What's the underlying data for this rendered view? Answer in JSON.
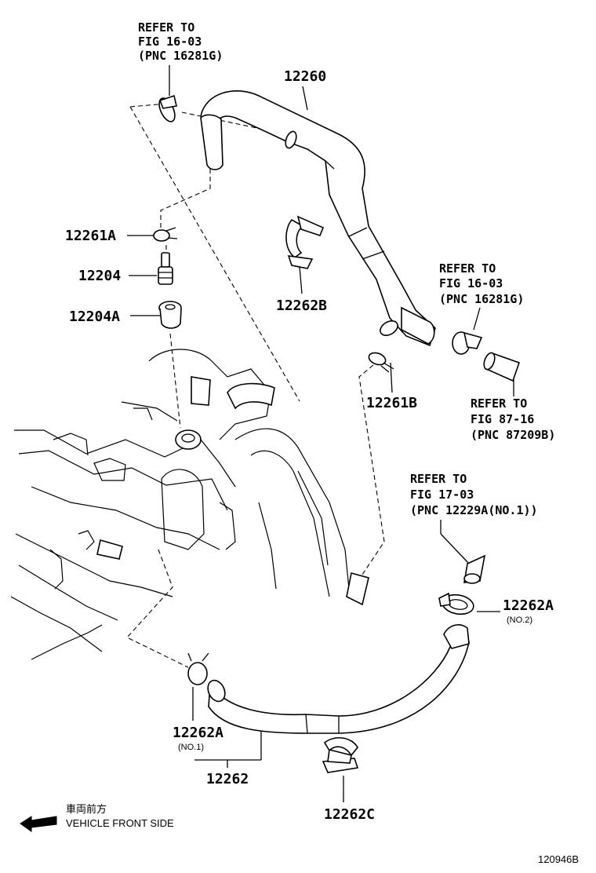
{
  "diagram_id": "120946B",
  "parts": {
    "p12260": "12260",
    "p12261A": "12261A",
    "p12204": "12204",
    "p12204A": "12204A",
    "p12262B": "12262B",
    "p12261B": "12261B",
    "p12262A_upper": "12262A",
    "p12262A_upper_note": "(NO.2)",
    "p12262A_lower": "12262A",
    "p12262A_lower_note": "(NO.1)",
    "p12262": "12262",
    "p12262C": "12262C"
  },
  "refs": {
    "top_left": {
      "line1": "REFER TO",
      "line2": "FIG 16-03",
      "line3": "(PNC 16281G)"
    },
    "right_upper": {
      "line1": "REFER TO",
      "line2": "FIG 16-03",
      "line3": "(PNC 16281G)"
    },
    "right_mid": {
      "line1": "REFER TO",
      "line2": "FIG 87-16",
      "line3": "(PNC 87209B)"
    },
    "right_lower": {
      "line1": "REFER TO",
      "line2": "FIG 17-03",
      "line3": "(PNC 12229A(NO.1))"
    }
  },
  "direction": {
    "label_jp": "車両前方",
    "label_en": "VEHICLE FRONT SIDE",
    "icon": "arrow-left-icon"
  }
}
